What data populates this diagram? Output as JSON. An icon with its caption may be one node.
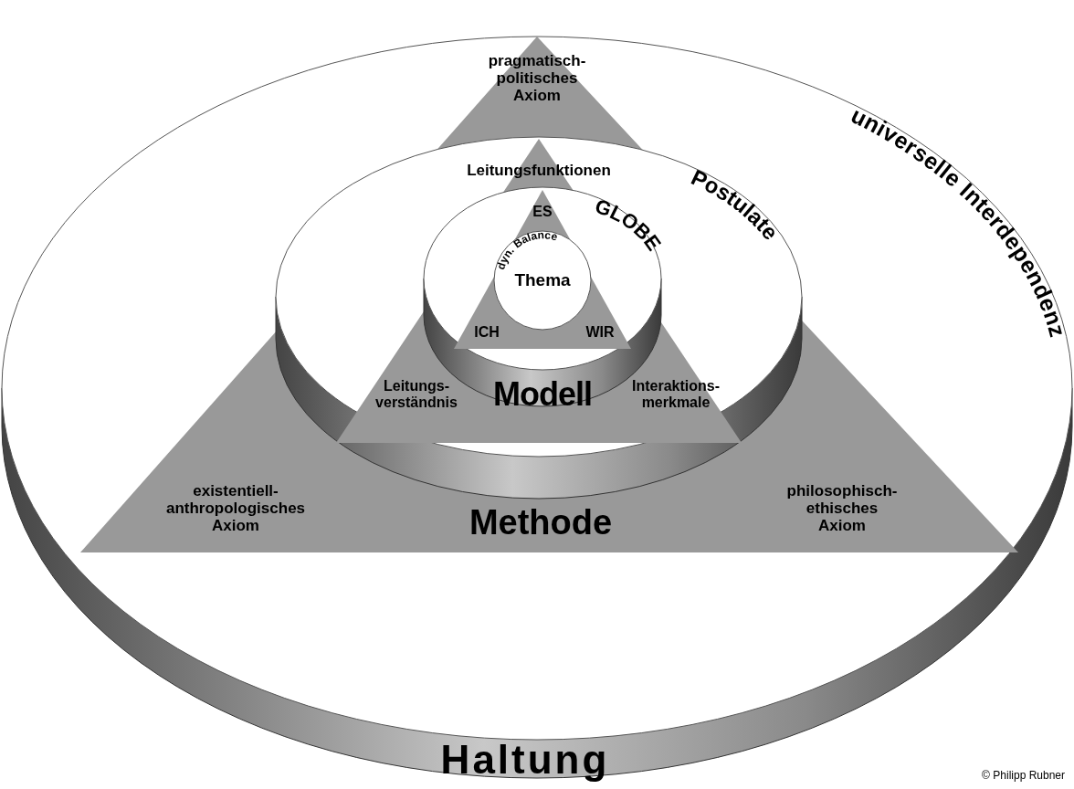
{
  "diagram": {
    "nodes": [
      {
        "text": [
          "universelle Interdependenz",
          "Haltung"
        ]
      },
      {
        "text": [
          "pragmatisch- politisches Axiom",
          "existentiell- anthropologisches Axiom",
          "philosophisch- ethisches Axiom"
        ],
        "in": 0
      },
      {
        "text": [
          "Postulate",
          "Methode"
        ],
        "in": 1
      },
      {
        "text": [
          "Leitungsfunktionen",
          "Leitungs- verständnis",
          "Interaktions- merkmale"
        ],
        "in": 2
      },
      {
        "text": [
          "GLOBE",
          "Modell"
        ],
        "in": 3
      },
      {
        "text": [
          "ES",
          "ICH",
          "WIR"
        ],
        "in": 4
      },
      {
        "text": [
          "dyn. Balance",
          "Thema"
        ],
        "in": 5
      }
    ],
    "labels": [
      "© Philipp Rubner"
    ]
  }
}
